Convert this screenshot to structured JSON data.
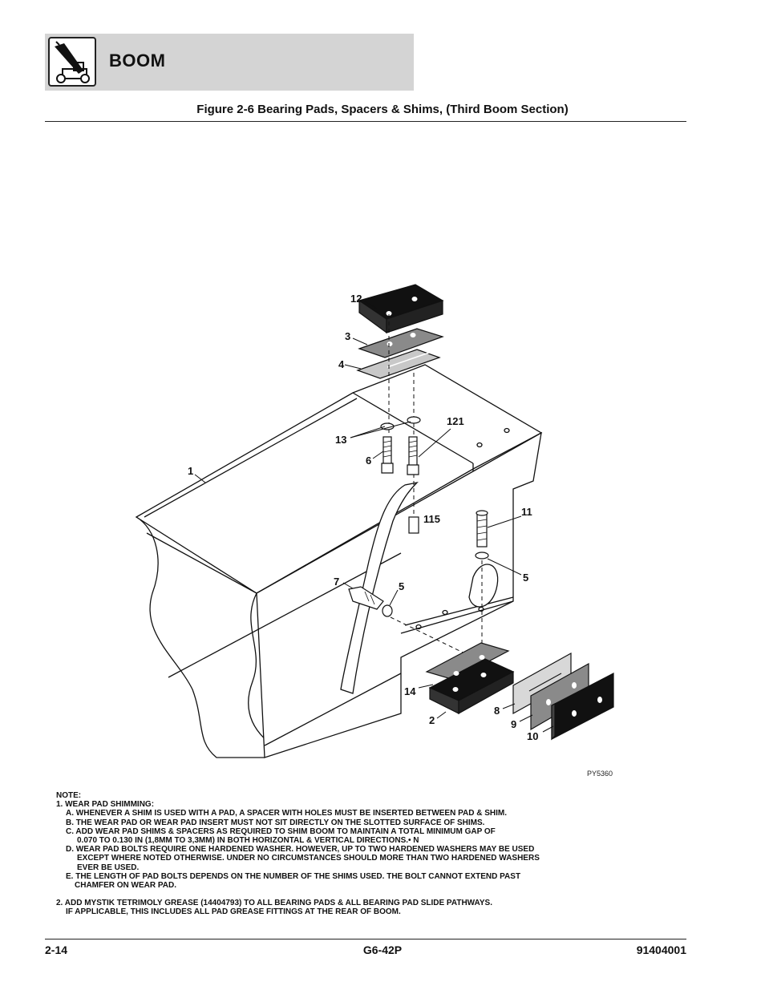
{
  "header": {
    "section_title": "BOOM",
    "logo_icon": "telehandler-icon"
  },
  "figure": {
    "title": "Figure 2-6 Bearing Pads, Spacers & Shims, (Third Boom Section)",
    "image_code": "PY5360",
    "callouts": {
      "c12": "12",
      "c3": "3",
      "c4": "4",
      "c121": "121",
      "c13": "13",
      "c6": "6",
      "c1": "1",
      "c115": "115",
      "c11": "11",
      "c7": "7",
      "c5a": "5",
      "c5b": "5",
      "c14": "14",
      "c2": "2",
      "c8": "8",
      "c9": "9",
      "c10": "10"
    }
  },
  "notes": {
    "heading": "NOTE:",
    "item1": "1. WEAR PAD SHIMMING:",
    "a": "A. WHENEVER A SHIM IS USED WITH A PAD, A SPACER WITH HOLES MUST BE INSERTED BETWEEN PAD & SHIM.",
    "b": "B. THE WEAR PAD OR WEAR PAD INSERT MUST NOT SIT DIRECTLY ON THE SLOTTED SURFACE OF SHIMS.",
    "c1": "C. ADD WEAR PAD SHIMS & SPACERS AS REQUIRED TO SHIM BOOM TO MAINTAIN A TOTAL MINIMUM GAP OF",
    "c2": "0.070 TO 0.130 IN (1,8MM TO 3,3MM) IN BOTH HORIZONTAL & VERTICAL DIRECTIONS.• N",
    "d1": "D. WEAR PAD BOLTS REQUIRE ONE HARDENED WASHER. HOWEVER, UP TO TWO HARDENED WASHERS MAY BE USED",
    "d2": "EXCEPT WHERE NOTED OTHERWISE. UNDER NO CIRCUMSTANCES SHOULD MORE THAN TWO HARDENED WASHERS",
    "d3": "EVER BE USED.",
    "e1": "E. THE LENGTH OF PAD BOLTS DEPENDS ON THE NUMBER OF THE SHIMS USED. THE BOLT CANNOT EXTEND PAST",
    "e2": "CHAMFER ON WEAR PAD.",
    "item2a": "2. ADD MYSTIK TETRIMOLY GREASE (14404793) TO ALL BEARING PADS & ALL BEARING PAD SLIDE PATHWAYS.",
    "item2b": "IF APPLICABLE, THIS INCLUDES ALL PAD GREASE FITTINGS AT THE REAR OF BOOM."
  },
  "footer": {
    "page_number": "2-14",
    "model": "G6-42P",
    "doc_number": "91404001"
  }
}
